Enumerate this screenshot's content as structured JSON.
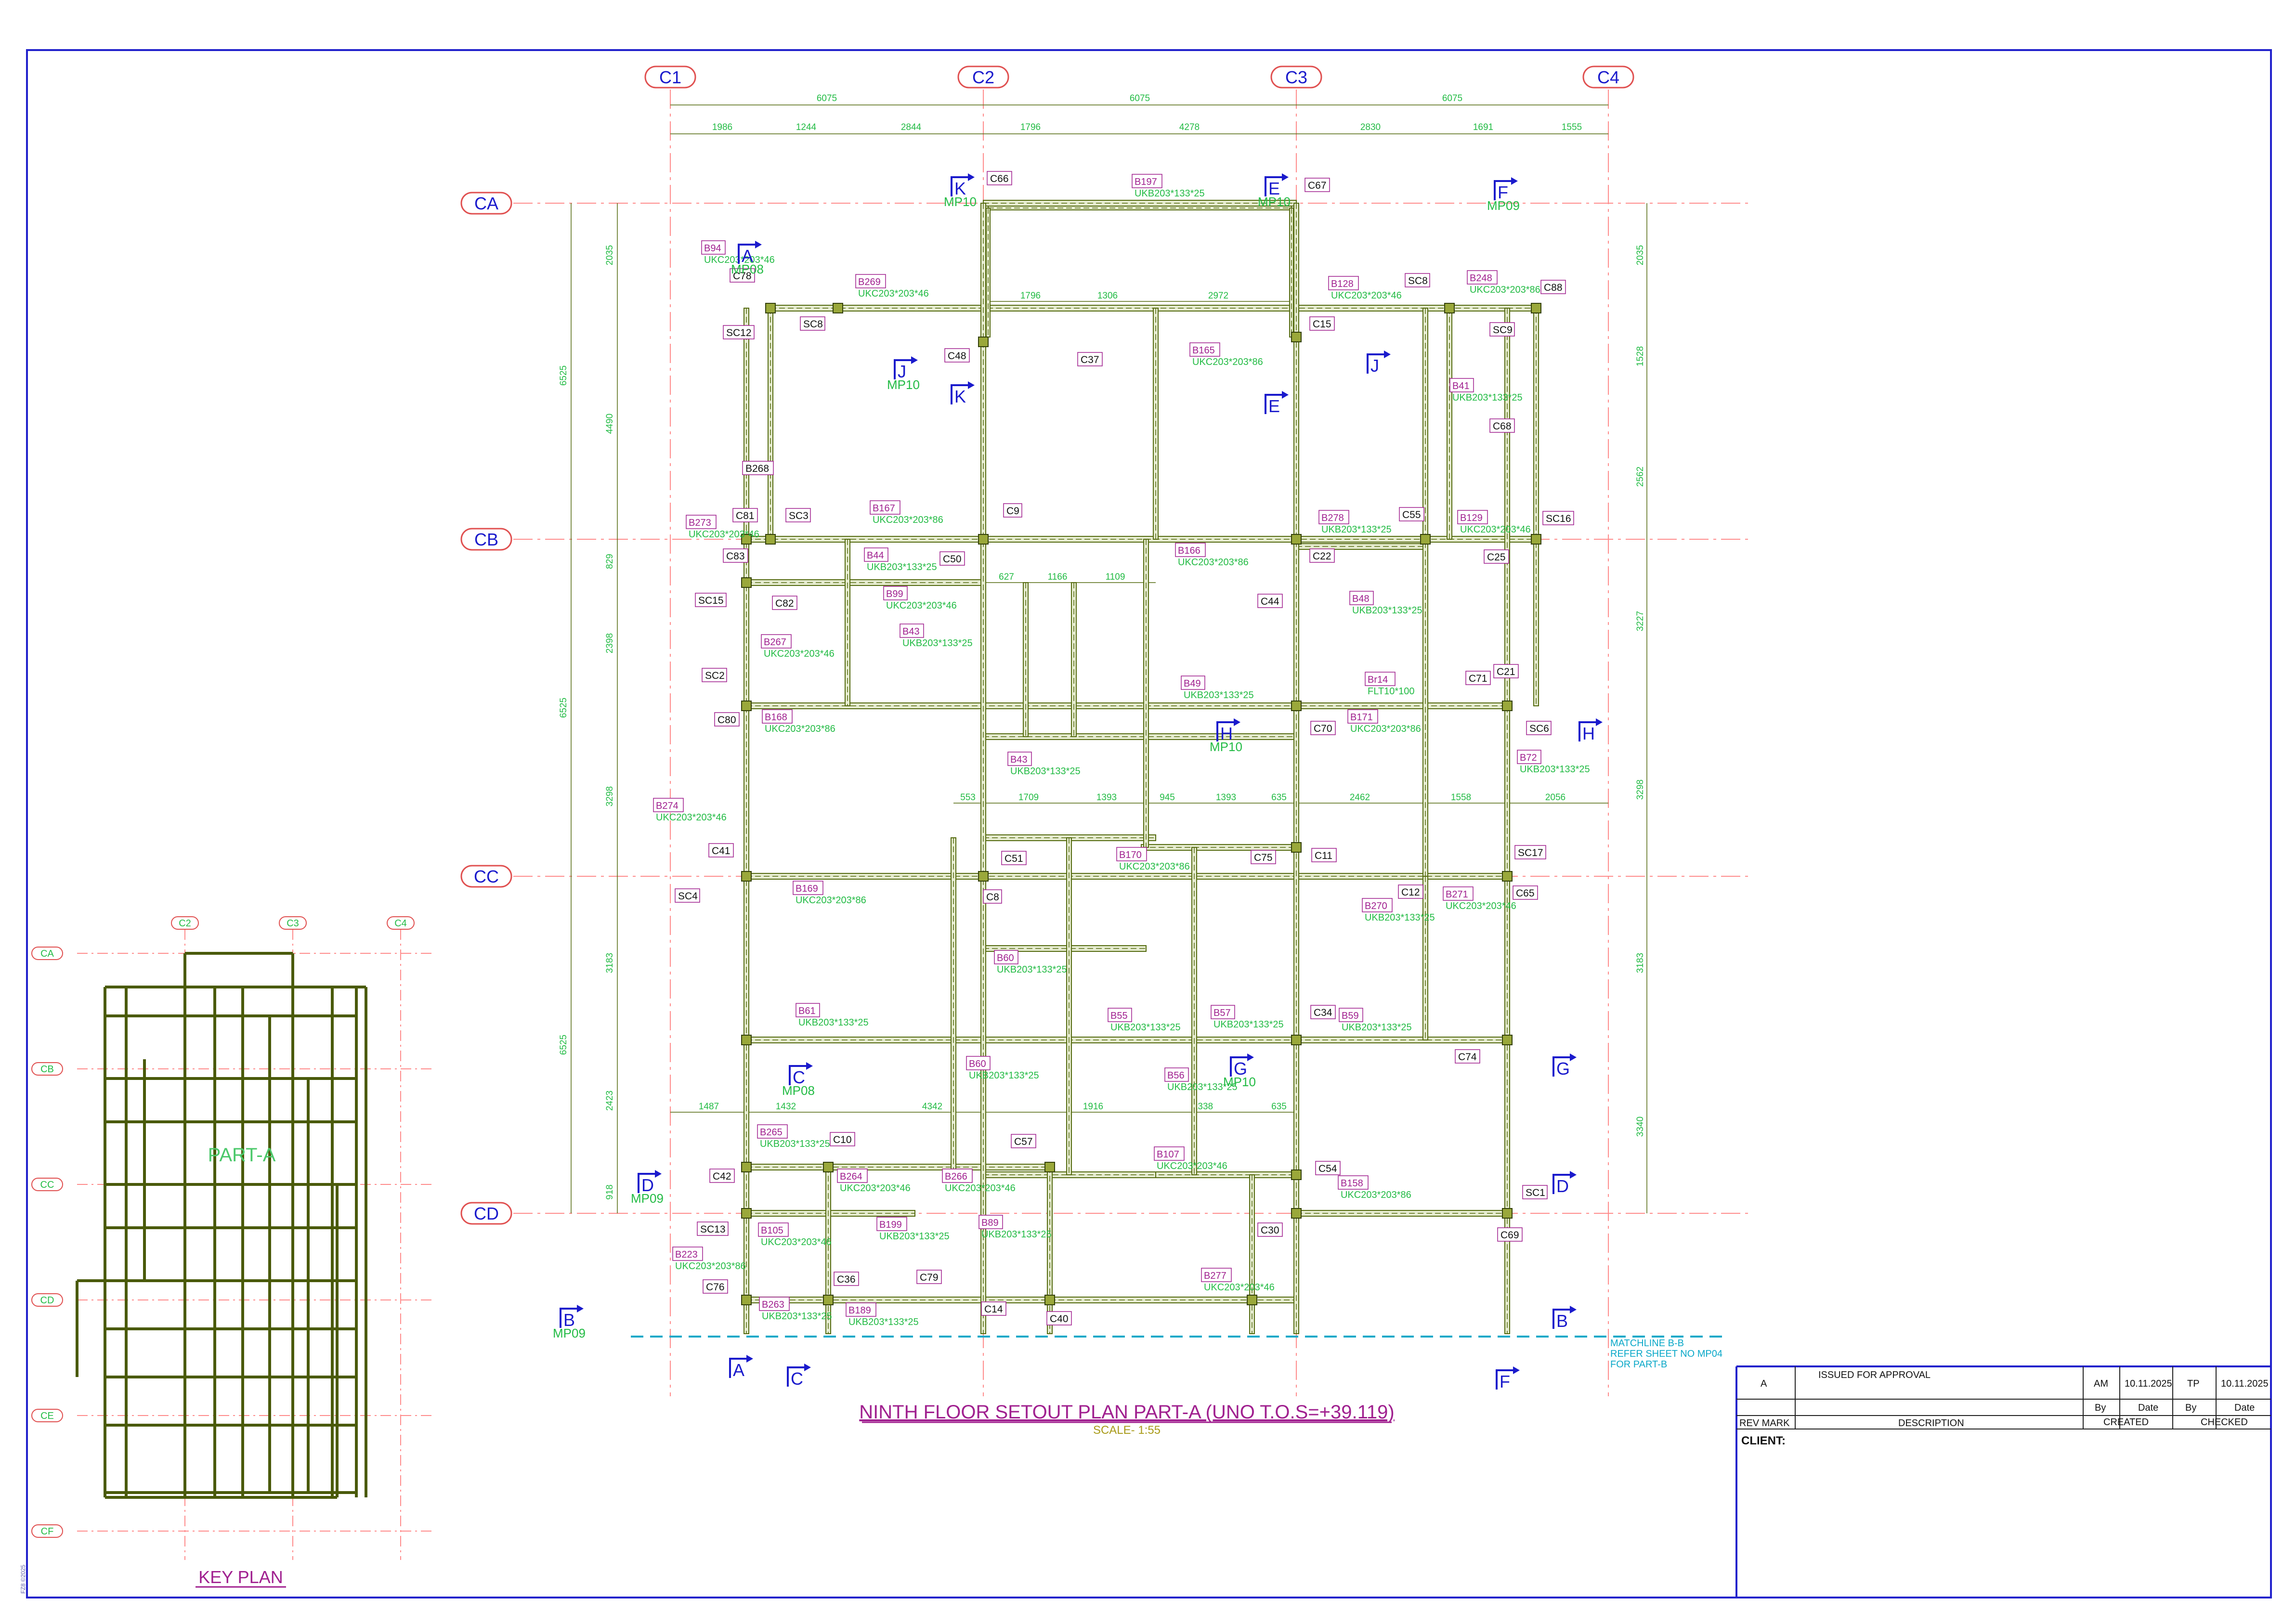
{
  "grid": {
    "columns": [
      "C1",
      "C2",
      "C3",
      "C4"
    ],
    "rows": [
      "CA",
      "CB",
      "CC",
      "CD"
    ],
    "column_dims": [
      "6075",
      "6075",
      "6075"
    ],
    "column_subdims": [
      "1986",
      "1244",
      "2844",
      "1796",
      "4278",
      "2830",
      "1691",
      "1555"
    ],
    "row_dims_left_outer": [
      "6525",
      "6525",
      "6525"
    ],
    "row_dims_left_inner": [
      "2035",
      "4490",
      "829",
      "2398",
      "3298",
      "3183",
      "2423",
      "918"
    ],
    "row_dims_right": [
      "2035",
      "1528",
      "2562",
      "3227",
      "3298",
      "3183",
      "3340"
    ],
    "inner_dims_row1": [
      "1796",
      "1306",
      "2972"
    ],
    "inner_dims_row2": [
      "627",
      "1166",
      "1109"
    ],
    "inner_dims_row3": [
      "553",
      "1709",
      "1393",
      "945",
      "1393",
      "635",
      "2462",
      "1558",
      "2056"
    ],
    "inner_dims_row4": [
      "1487",
      "1432",
      "4342",
      "1916",
      "2338",
      "635"
    ]
  },
  "beam_labels": [
    {
      "id": "B197",
      "size": "UKB203*133*25"
    },
    {
      "id": "B128",
      "size": "UKC203*203*46"
    },
    {
      "id": "B248",
      "size": "UKC203*203*86"
    },
    {
      "id": "B269",
      "size": "UKC203*203*46"
    },
    {
      "id": "B94",
      "size": "UKC203*203*46"
    },
    {
      "id": "B165",
      "size": "UKC203*203*86"
    },
    {
      "id": "B41",
      "size": "UKB203*133*25"
    },
    {
      "id": "B167",
      "size": "UKC203*203*86"
    },
    {
      "id": "B166",
      "size": "UKC203*203*86"
    },
    {
      "id": "B278",
      "size": "UKB203*133*25"
    },
    {
      "id": "B129",
      "size": "UKC203*203*46"
    },
    {
      "id": "B273",
      "size": "UKC203*203*46"
    },
    {
      "id": "B44",
      "size": "UKB203*133*25"
    },
    {
      "id": "B99",
      "size": "UKC203*203*46"
    },
    {
      "id": "B43",
      "size": "UKB203*133*25"
    },
    {
      "id": "B48",
      "size": "UKB203*133*25"
    },
    {
      "id": "B267",
      "size": "UKC203*203*46"
    },
    {
      "id": "B49",
      "size": "UKB203*133*25"
    },
    {
      "id": "Br14",
      "size": "FLT10*100"
    },
    {
      "id": "B168",
      "size": "UKC203*203*86"
    },
    {
      "id": "B171",
      "size": "UKC203*203*86"
    },
    {
      "id": "B72",
      "size": "UKB203*133*25"
    },
    {
      "id": "B43",
      "size": "UKB203*133*25"
    },
    {
      "id": "B274",
      "size": "UKC203*203*46"
    },
    {
      "id": "B170",
      "size": "UKC203*203*86"
    },
    {
      "id": "B169",
      "size": "UKC203*203*86"
    },
    {
      "id": "B270",
      "size": "UKB203*133*25"
    },
    {
      "id": "B271",
      "size": "UKC203*203*46"
    },
    {
      "id": "B60",
      "size": "UKB203*133*25"
    },
    {
      "id": "B55",
      "size": "UKB203*133*25"
    },
    {
      "id": "B59",
      "size": "UKB203*133*25"
    },
    {
      "id": "B61",
      "size": "UKB203*133*25"
    },
    {
      "id": "B57",
      "size": "UKB203*133*25"
    },
    {
      "id": "B60",
      "size": "UKB203*133*25"
    },
    {
      "id": "B56",
      "size": "UKB203*133*25"
    },
    {
      "id": "B107",
      "size": "UKC203*203*46"
    },
    {
      "id": "B265",
      "size": "UKB203*133*25"
    },
    {
      "id": "B264",
      "size": "UKC203*203*46"
    },
    {
      "id": "B266",
      "size": "UKC203*203*46"
    },
    {
      "id": "B158",
      "size": "UKC203*203*86"
    },
    {
      "id": "B199",
      "size": "UKB203*133*25"
    },
    {
      "id": "B89",
      "size": "UKB203*133*25"
    },
    {
      "id": "B105",
      "size": "UKC203*203*46"
    },
    {
      "id": "B223",
      "size": "UKC203*203*86"
    },
    {
      "id": "B277",
      "size": "UKC203*203*46"
    },
    {
      "id": "B263",
      "size": "UKB203*133*25"
    },
    {
      "id": "B189",
      "size": "UKB203*133*25"
    }
  ],
  "col_tags": [
    "C66",
    "C67",
    "C78",
    "SC8",
    "SC12",
    "B268",
    "C48",
    "C37",
    "C15",
    "SC8",
    "C88",
    "SC9",
    "C68",
    "C81",
    "SC3",
    "C9",
    "C50",
    "C22",
    "C55",
    "C25",
    "SC16",
    "C83",
    "C82",
    "SC15",
    "C44",
    "SC2",
    "C80",
    "C71",
    "C21",
    "SC6",
    "C70",
    "C41",
    "SC4",
    "C51",
    "C8",
    "C75",
    "C11",
    "C12",
    "C65",
    "SC17",
    "C34",
    "C74",
    "C10",
    "C42",
    "C57",
    "C54",
    "SC1",
    "SC13",
    "C30",
    "C69",
    "C76",
    "C36",
    "C79",
    "C14",
    "C40"
  ],
  "section_markers": [
    {
      "letter": "K",
      "ref": "MP10"
    },
    {
      "letter": "E",
      "ref": "MP10"
    },
    {
      "letter": "F",
      "ref": "MP09"
    },
    {
      "letter": "A",
      "ref": "MP08"
    },
    {
      "letter": "J",
      "ref": "MP10"
    },
    {
      "letter": "K",
      "ref": ""
    },
    {
      "letter": "E",
      "ref": ""
    },
    {
      "letter": "J",
      "ref": ""
    },
    {
      "letter": "H",
      "ref": "MP10"
    },
    {
      "letter": "H",
      "ref": ""
    },
    {
      "letter": "C",
      "ref": "MP08"
    },
    {
      "letter": "G",
      "ref": "MP10"
    },
    {
      "letter": "G",
      "ref": ""
    },
    {
      "letter": "D",
      "ref": "MP09"
    },
    {
      "letter": "D",
      "ref": ""
    },
    {
      "letter": "B",
      "ref": "MP09"
    },
    {
      "letter": "B",
      "ref": ""
    },
    {
      "letter": "A",
      "ref": ""
    },
    {
      "letter": "C",
      "ref": ""
    },
    {
      "letter": "F",
      "ref": ""
    }
  ],
  "matchline": {
    "line1": "MATCHLINE B-B",
    "line2": "REFER SHEET NO MP04",
    "line3": "FOR PART-B"
  },
  "title": {
    "main": "NINTH FLOOR SETOUT PLAN PART-A (UNO T.O.S=+39.119)",
    "scale": "SCALE- 1:55"
  },
  "key_plan": {
    "title": "KEY PLAN",
    "part_label": "PART-A",
    "columns": [
      "C2",
      "C3",
      "C4"
    ],
    "rows": [
      "CA",
      "CB",
      "CC",
      "CD",
      "CE",
      "CF"
    ],
    "side_note": "FZ8 ©2025"
  },
  "revision": {
    "mark": "A",
    "description": "ISSUED FOR APPROVAL",
    "created_by": "AM",
    "created_date": "10.11.2025",
    "checked_by": "TP",
    "checked_date": "10.11.2025",
    "h_by": "By",
    "h_date": "Date",
    "h_by2": "By",
    "h_date2": "Date",
    "h_revmark": "REV MARK",
    "h_description": "DESCRIPTION",
    "h_created": "CREATED",
    "h_checked": "CHECKED"
  },
  "client": {
    "label": "CLIENT:"
  },
  "colors": {
    "border": "#2222cc",
    "grid_line": "#ff8c8c",
    "dim": "#22bb44",
    "steel": "#556b10",
    "beam_tag": "#a0208f",
    "title": "#a0208f",
    "section": "#1a1acc",
    "matchline": "#0aa8c8"
  }
}
